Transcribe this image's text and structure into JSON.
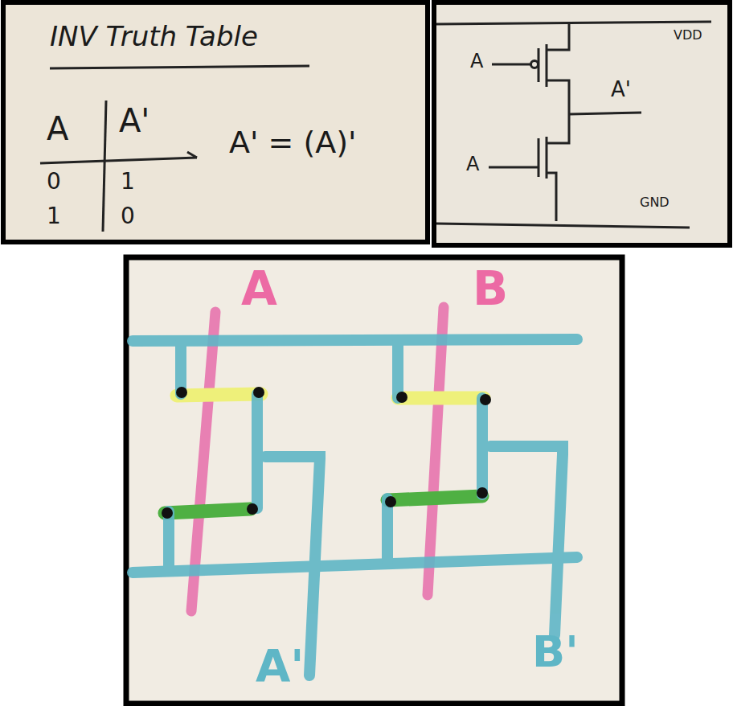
{
  "diagram": {
    "labels": [
      "INV Truth Table",
      "A",
      "A'",
      "0",
      "1",
      "1",
      "0",
      "A' = (A)'",
      "A",
      "VDD",
      "A'",
      "A",
      "GND",
      "A",
      "B",
      "A'",
      "B'"
    ]
  }
}
